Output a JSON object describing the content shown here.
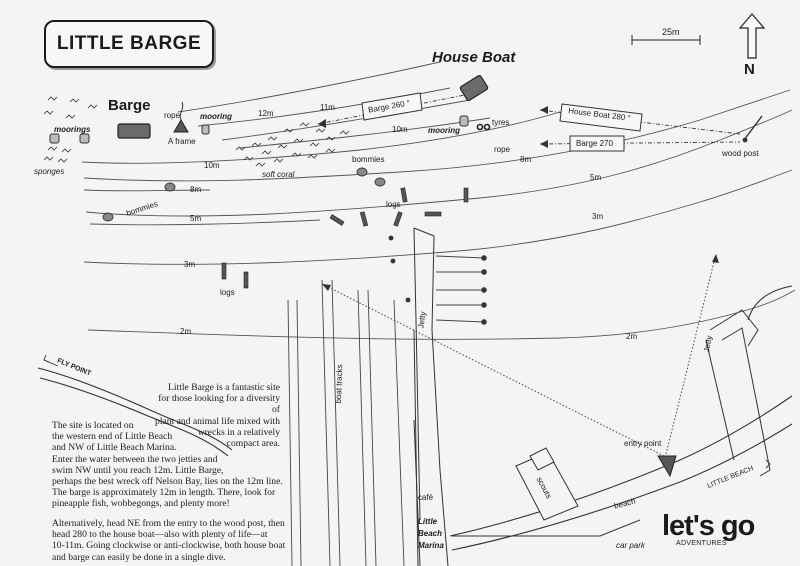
{
  "title": "LITTLE BARGE",
  "scale_label": "25m",
  "north_label": "N",
  "sites": {
    "barge": "Barge",
    "house_boat": "House Boat"
  },
  "labels": {
    "moorings": "moorings",
    "mooring_left": "mooring",
    "mooring_right": "mooring",
    "rope_left": "rope",
    "rope_right": "rope",
    "a_frame": "A frame",
    "sponges": "sponges",
    "soft_coral": "soft coral",
    "bommies_upper": "bommies",
    "bommies_lower": "bommies",
    "tyres": "tyres",
    "logs_upper": "logs",
    "logs_lower": "logs",
    "wood_post": "wood post",
    "jetty_left": "Jetty",
    "jetty_right": "Jetty",
    "boat_tracks": "boat tracks",
    "fly_point": "FLY POINT",
    "entry_point": "entry point",
    "scouts": "scouts",
    "cafe": "café",
    "marina": [
      "Little",
      "Beach",
      "Marina"
    ],
    "beach": "beach",
    "little_beach": "LITTLE BEACH",
    "car_park": "car park"
  },
  "bearings": {
    "barge_260": "Barge 260 °",
    "house_boat_280": "House Boat   280 °",
    "barge_270": "Barge 270"
  },
  "depth_contours": {
    "m12": "12m",
    "m11": "11m",
    "m10_a": "10m",
    "m10_b": "10m",
    "m8_a": "8m",
    "m8_b": "8m",
    "m5_a": "5m",
    "m5_b": "5m",
    "m3_a": "3m",
    "m3_b": "3m",
    "m2_a": "2m",
    "m2_b": "2m"
  },
  "description": {
    "intro": [
      "Little Barge is a fantastic site",
      "for those looking for a diversity of",
      "plant and animal life mixed with",
      "wrecks in a relatively",
      "compact area."
    ],
    "directions": [
      "The site is located on",
      "the western end of Little Beach",
      "and NW of Little Beach Marina.",
      "Enter the water between the two jetties and",
      "swim NW until you reach 12m.  Little Barge,",
      "perhaps the best wreck off Nelson Bay, lies on the 12m line.",
      "The barge is approximately 12m in length.  There, look for",
      "pineapple fish, wobbegongs, and plenty more!"
    ],
    "alternative": [
      "Alternatively, head NE from the entry to the wood post, then",
      "head 280   to the house boat—also with plenty of life—at",
      "10-11m.  Going clockwise or anti-clockwise, both house boat",
      "and barge can easily  be done in a single dive."
    ]
  },
  "logo": {
    "main": "let's go",
    "sub": "ADVENTURES"
  }
}
